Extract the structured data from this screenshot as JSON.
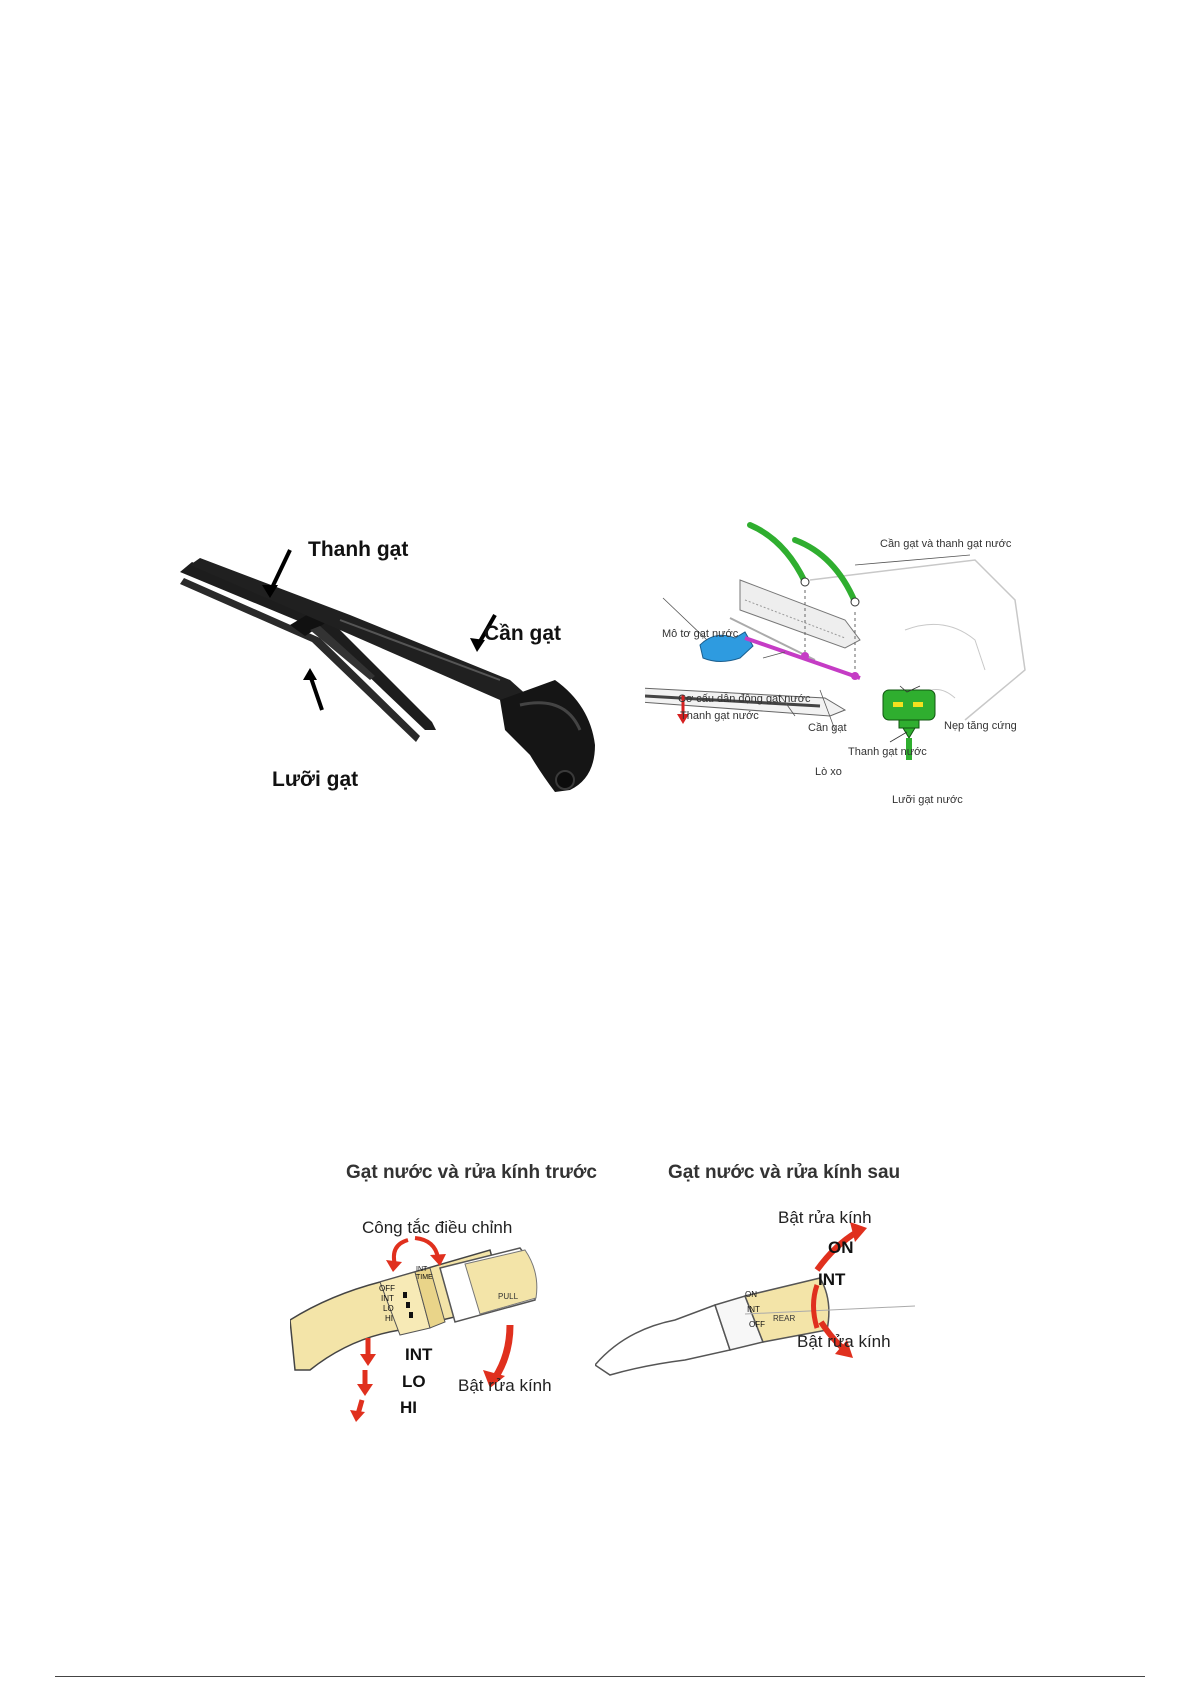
{
  "figure_wiper": {
    "labels": {
      "thanh_gat": "Thanh gạt",
      "can_gat": "Cần gạt",
      "luoi_gat": "Lưỡi gạt"
    }
  },
  "figure_assembly": {
    "labels": {
      "can_gat_va_thanh_gat_nuoc": "Cần gạt và thanh gạt nước",
      "mo_to_gat_nuoc": "Mô tơ gạt nước",
      "co_cau_dan_dong": "Cơ cấu dẫn động gạt nước",
      "thanh_gat_nuoc_left": "Thanh gạt nước",
      "can_gat": "Cần gạt",
      "lo_xo": "Lò xo",
      "thanh_gat_nuoc_right": "Thanh gạt nước",
      "nep_tang_cung": "Nẹp tăng cứng",
      "luoi_gat_nuoc": "Lưỡi gạt nước"
    },
    "colors": {
      "green": "#2fae2f",
      "magenta": "#c53cc5",
      "blue": "#2e9be0"
    }
  },
  "figure_switches": {
    "front": {
      "title": "Gạt nước và rửa kính trước",
      "adjust_label": "Công tắc điều chỉnh",
      "washer_label": "Bật rửa kính",
      "positions": [
        "INT",
        "LO",
        "HI"
      ],
      "ring_marks": [
        "OFF",
        "INT",
        "LO",
        "HI"
      ],
      "int_time": "INT TIME",
      "knob_text": "PULL"
    },
    "rear": {
      "title": "Gạt nước và rửa kính sau",
      "washer_top": "Bật rửa kính",
      "on_label": "ON",
      "int_label": "INT",
      "washer_bottom": "Bật rửa kính",
      "ring_marks": [
        "ON",
        "INT",
        "OFF"
      ],
      "knob_text": "REAR"
    },
    "colors": {
      "lever": "#f3e4a8",
      "arrow": "#e0301e"
    }
  }
}
